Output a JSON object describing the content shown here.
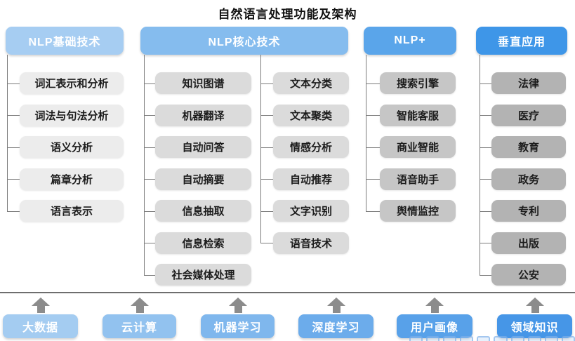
{
  "title": "自然语言处理功能及架构",
  "columns": [
    {
      "header": "NLP基础技术",
      "header_color": "#a6cdf2",
      "item_color": "#ececec",
      "items": [
        "词汇表示和分析",
        "词法与句法分析",
        "语义分析",
        "篇章分析",
        "语言表示"
      ]
    },
    {
      "header": "NLP核心技术",
      "header_color": "#85bcee",
      "item_color": "#dbdbdb",
      "items_left": [
        "知识图谱",
        "机器翻译",
        "自动问答",
        "自动摘要",
        "信息抽取",
        "信息检索",
        "社会媒体处理"
      ],
      "items_right": [
        "文本分类",
        "文本聚类",
        "情感分析",
        "自动推荐",
        "文字识别",
        "语音技术"
      ]
    },
    {
      "header": "NLP+",
      "header_color": "#5aa5ea",
      "item_color": "#c6c6c6",
      "items": [
        "搜索引擎",
        "智能客服",
        "商业智能",
        "语音助手",
        "舆情监控"
      ]
    },
    {
      "header": "垂直应用",
      "header_color": "#3e96e8",
      "item_color": "#b3b3b3",
      "items": [
        "法律",
        "医疗",
        "教育",
        "政务",
        "专利",
        "出版",
        "公安"
      ]
    }
  ],
  "foundation": [
    {
      "label": "大数据",
      "color": "#a4ccf1"
    },
    {
      "label": "云计算",
      "color": "#92c2ef"
    },
    {
      "label": "机器学习",
      "color": "#7fb7ed"
    },
    {
      "label": "深度学习",
      "color": "#6caceb"
    },
    {
      "label": "用户画像",
      "color": "#58a1e9"
    },
    {
      "label": "领域知识",
      "color": "#4696e7"
    }
  ],
  "colors": {
    "connector_line": "#7a7a7a",
    "divider_line": "#6e6e6e",
    "arrow": "#8c8c8c",
    "header_text": "#ffffff",
    "item_text": "#1c1c1c"
  }
}
